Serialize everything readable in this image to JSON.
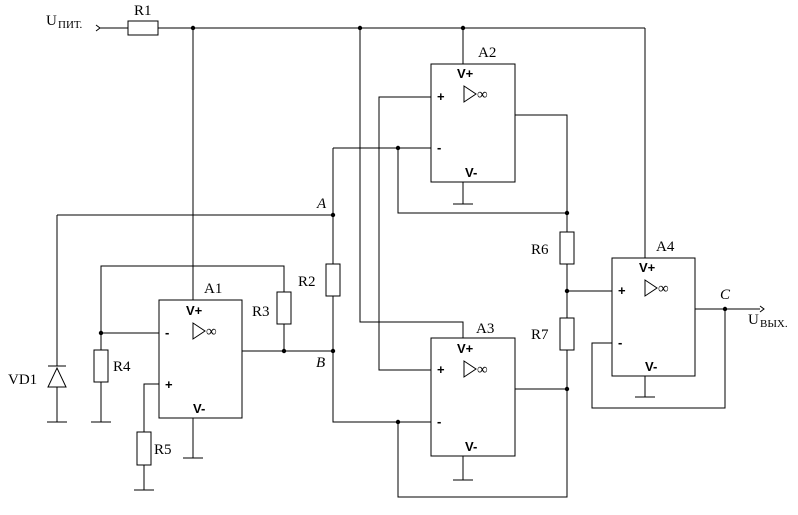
{
  "labels": {
    "u_supply_main": "U",
    "u_supply_sub": "ПИТ.",
    "u_out_main": "U",
    "u_out_sub": "ВЫХ.",
    "node_a": "A",
    "node_b": "B",
    "node_c": "C",
    "vd1": "VD1"
  },
  "resistors": {
    "r1": "R1",
    "r2": "R2",
    "r3": "R3",
    "r4": "R4",
    "r5": "R5",
    "r6": "R6",
    "r7": "R7"
  },
  "amplifiers": {
    "a1": {
      "name": "A1",
      "vplus": "V+",
      "vminus": "V-",
      "plus": "+",
      "minus": "-",
      "symbol": "∞"
    },
    "a2": {
      "name": "A2",
      "vplus": "V+",
      "vminus": "V-",
      "plus": "+",
      "minus": "-",
      "symbol": "∞"
    },
    "a3": {
      "name": "A3",
      "vplus": "V+",
      "vminus": "V-",
      "plus": "+",
      "minus": "-",
      "symbol": "∞"
    },
    "a4": {
      "name": "A4",
      "vplus": "V+",
      "vminus": "V-",
      "plus": "+",
      "minus": "-",
      "symbol": "∞"
    }
  }
}
